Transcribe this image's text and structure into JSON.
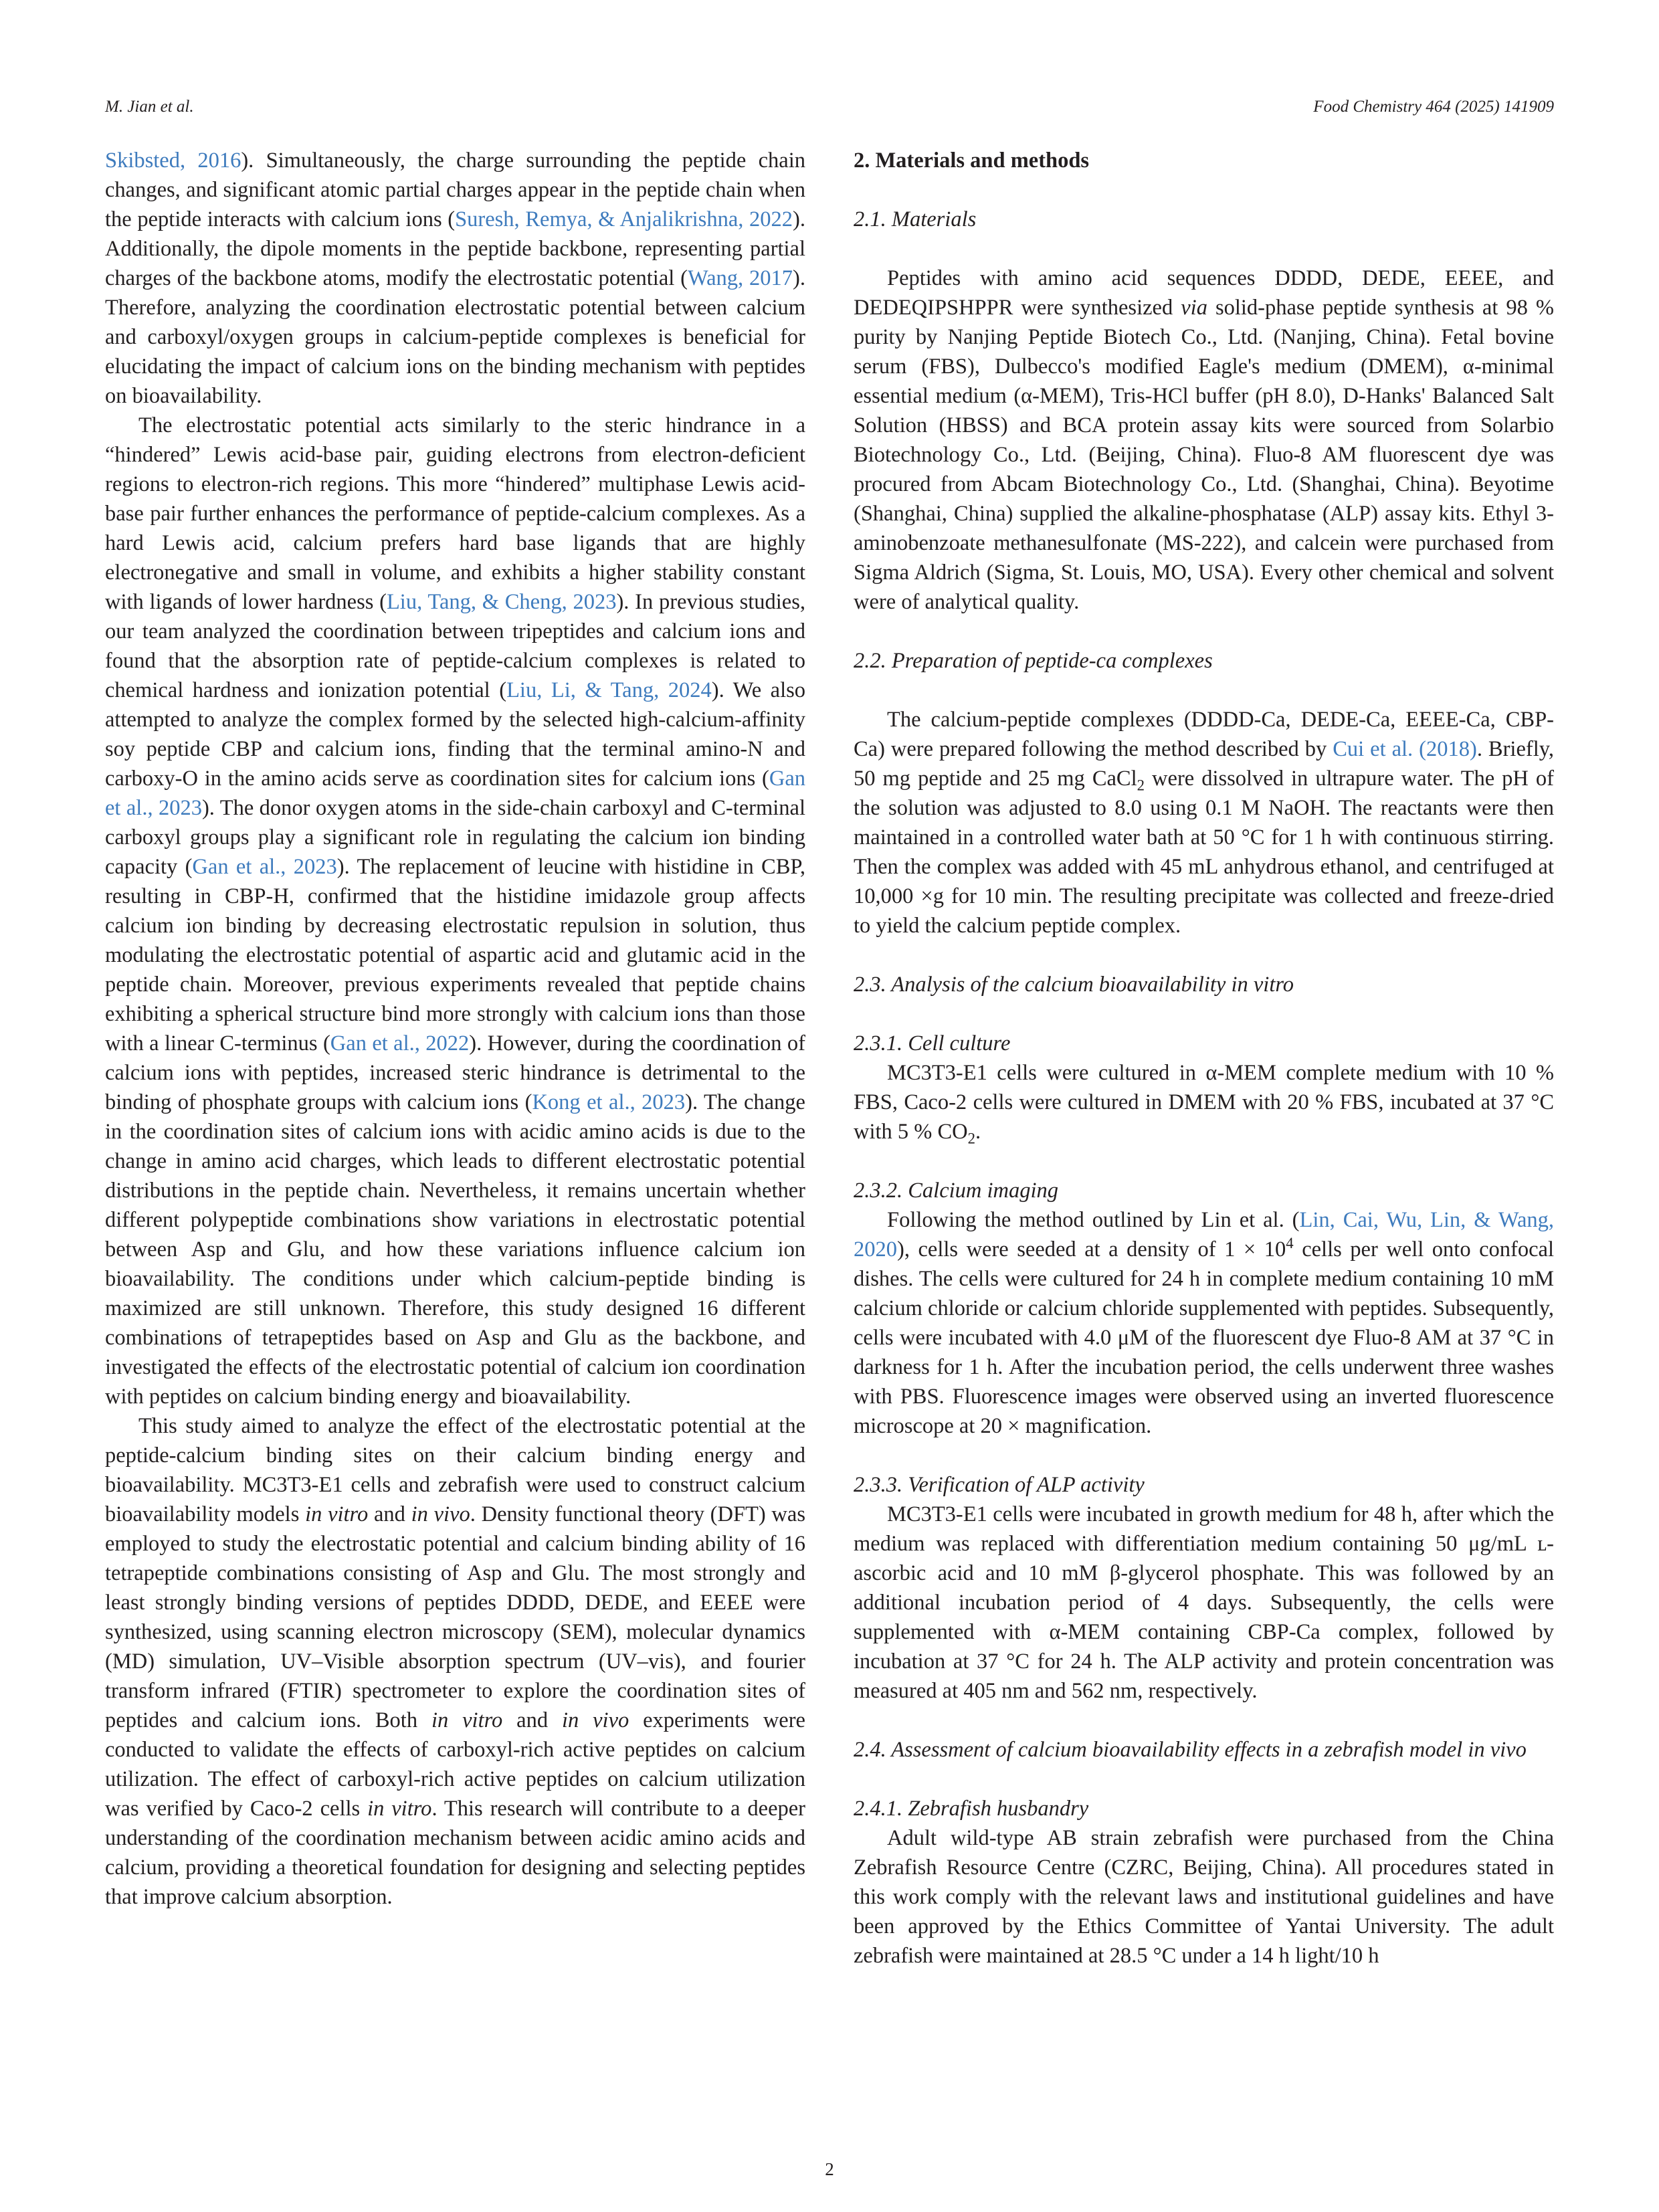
{
  "header": {
    "left": "M. Jian et al.",
    "right": "Food Chemistry 464 (2025) 141909"
  },
  "left": {
    "p1_ref1": "Skibsted, 2016",
    "p1_a": "). Simultaneously, the charge surrounding the peptide chain changes, and significant atomic partial charges appear in the peptide chain when the peptide interacts with calcium ions (",
    "p1_ref2": "Suresh, Remya, & Anjalikrishna, 2022",
    "p1_b": "). Additionally, the dipole moments in the peptide backbone, representing partial charges of the backbone atoms, modify the electrostatic potential (",
    "p1_ref3": "Wang, 2017",
    "p1_c": "). Therefore, analyzing the coordination electrostatic potential between calcium and carboxyl/oxygen groups in calcium-peptide complexes is beneficial for elucidating the impact of calcium ions on the binding mechanism with peptides on bioavailability.",
    "p2_a": "The electrostatic potential acts similarly to the steric hindrance in a “hindered” Lewis acid-base pair, guiding electrons from electron-deficient regions to electron-rich regions. This more “hindered” multiphase Lewis acid-base pair further enhances the performance of peptide-calcium complexes. As a hard Lewis acid, calcium prefers hard base ligands that are highly electronegative and small in volume, and exhibits a higher stability constant with ligands of lower hardness (",
    "p2_ref1": "Liu, Tang, & Cheng, 2023",
    "p2_b": "). In previous studies, our team analyzed the coordination between tripeptides and calcium ions and found that the absorption rate of peptide-calcium complexes is related to chemical hardness and ionization potential (",
    "p2_ref2": "Liu, Li, & Tang, 2024",
    "p2_c": "). We also attempted to analyze the complex formed by the selected high-calcium-affinity soy peptide CBP and calcium ions, finding that the terminal amino-N and carboxy-O in the amino acids serve as coordination sites for calcium ions (",
    "p2_ref3": "Gan et al., 2023",
    "p2_d": "). The donor oxygen atoms in the side-chain carboxyl and C-terminal carboxyl groups play a significant role in regulating the calcium ion binding capacity (",
    "p2_ref4": "Gan et al., 2023",
    "p2_e": "). The replacement of leucine with histidine in CBP, resulting in CBP-H, confirmed that the histidine imidazole group affects calcium ion binding by decreasing electrostatic repulsion in solution, thus modulating the electrostatic potential of aspartic acid and glutamic acid in the peptide chain. Moreover, previous experiments revealed that peptide chains exhibiting a spherical structure bind more strongly with calcium ions than those with a linear C-terminus (",
    "p2_ref5": "Gan et al., 2022",
    "p2_f": "). However, during the coordination of calcium ions with peptides, increased steric hindrance is detrimental to the binding of phosphate groups with calcium ions (",
    "p2_ref6": "Kong et al., 2023",
    "p2_g": "). The change in the coordination sites of calcium ions with acidic amino acids is due to the change in amino acid charges, which leads to different electrostatic potential distributions in the peptide chain. Nevertheless, it remains uncertain whether different polypeptide combinations show variations in electrostatic potential between Asp and Glu, and how these variations influence calcium ion bioavailability. The conditions under which calcium-peptide binding is maximized are still unknown. Therefore, this study designed 16 different combinations of tetrapeptides based on Asp and Glu as the backbone, and investigated the effects of the electrostatic potential of calcium ion coordination with peptides on calcium binding energy and bioavailability.",
    "p3_a": "This study aimed to analyze the effect of the electrostatic potential at the peptide-calcium binding sites on their calcium binding energy and bioavailability. MC3T3-E1 cells and zebrafish were used to construct calcium bioavailability models ",
    "p3_i1": "in vitro",
    "p3_b": " and ",
    "p3_i2": "in vivo",
    "p3_c": ". Density functional theory (DFT) was employed to study the electrostatic potential and calcium binding ability of 16 tetrapeptide combinations consisting of Asp and Glu. The most strongly and least strongly binding versions of peptides DDDD, DEDE, and EEEE were synthesized, using scanning electron microscopy (SEM), molecular dynamics (MD) simulation, UV–Visible absorption spectrum (UV–vis), and fourier transform infrared (FTIR) spectrometer to explore the coordination sites of peptides and calcium ions. Both ",
    "p3_i3": "in vitro",
    "p3_d": " and ",
    "p3_i4": "in vivo",
    "p3_e": " experiments were conducted to validate the effects of carboxyl-rich active peptides on calcium utilization. The effect of carboxyl-rich active peptides on calcium utilization was verified by Caco-2 cells ",
    "p3_i5": "in vitro",
    "p3_f": ". This research will contribute to a deeper understanding of the coordination mechanism between acidic amino acids and calcium, providing a theoretical foundation for designing and selecting peptides that improve calcium absorption."
  },
  "right": {
    "sec2": "2. Materials and methods",
    "sec21": "2.1. Materials",
    "s21_a": "Peptides with amino acid sequences DDDD, DEDE, EEEE, and DEDEQIPSHPPR were synthesized ",
    "s21_i": "via",
    "s21_b": " solid-phase peptide synthesis at 98 % purity by Nanjing Peptide Biotech Co., Ltd. (Nanjing, China). Fetal bovine serum (FBS), Dulbecco's modified Eagle's medium (DMEM), α-minimal essential medium (α-MEM), Tris-HCl buffer (pH 8.0), D-Hanks' Balanced Salt Solution (HBSS) and BCA protein assay kits were sourced from Solarbio Biotechnology Co., Ltd. (Beijing, China). Fluo-8 AM fluorescent dye was procured from Abcam Biotechnology Co., Ltd. (Shanghai, China). Beyotime (Shanghai, China) supplied the alkaline-phosphatase (ALP) assay kits. Ethyl 3-aminobenzoate methanesulfonate (MS-222), and calcein were purchased from Sigma Aldrich (Sigma, St. Louis, MO, USA). Every other chemical and solvent were of analytical quality.",
    "sec22": "2.2. Preparation of peptide-ca complexes",
    "s22_a": "The calcium-peptide complexes (DDDD-Ca, DEDE-Ca, EEEE-Ca, CBP-Ca) were prepared following the method described by ",
    "s22_ref": "Cui et al. (2018)",
    "s22_b": ". Briefly, 50 mg peptide and 25 mg CaCl",
    "s22_sub": "2",
    "s22_c": " were dissolved in ultrapure water. The pH of the solution was adjusted to 8.0 using 0.1 M NaOH. The reactants were then maintained in a controlled water bath at 50 °C for 1 h with continuous stirring. Then the complex was added with 45 mL anhydrous ethanol, and centrifuged at 10,000 ×g for 10 min. The resulting precipitate was collected and freeze-dried to yield the calcium peptide complex.",
    "sec23": "2.3. Analysis of the calcium bioavailability in vitro",
    "sec231": "2.3.1. Cell culture",
    "s231_a": "MC3T3-E1 cells were cultured in α-MEM complete medium with 10 % FBS, Caco-2 cells were cultured in DMEM with 20 % FBS, incubated at 37 °C with 5 % CO",
    "s231_sub": "2",
    "s231_b": ".",
    "sec232": "2.3.2. Calcium imaging",
    "s232_a": "Following the method outlined by Lin et al. (",
    "s232_ref": "Lin, Cai, Wu, Lin, & Wang, 2020",
    "s232_b": "), cells were seeded at a density of 1 × 10",
    "s232_sup": "4",
    "s232_c": " cells per well onto confocal dishes. The cells were cultured for 24 h in complete medium containing 10 mM calcium chloride or calcium chloride supplemented with peptides. Subsequently, cells were incubated with 4.0 μM of the fluorescent dye Fluo-8 AM at 37 °C in darkness for 1 h. After the incubation period, the cells underwent three washes with PBS. Fluorescence images were observed using an inverted fluorescence microscope at 20 × magnification.",
    "sec233": "2.3.3. Verification of ALP activity",
    "s233": "MC3T3-E1 cells were incubated in growth medium for 48 h, after which the medium was replaced with differentiation medium containing 50 μg/mL ʟ-ascorbic acid and 10 mM β-glycerol phosphate. This was followed by an additional incubation period of 4 days. Subsequently, the cells were supplemented with α-MEM containing CBP-Ca complex, followed by incubation at 37 °C for 24 h. The ALP activity and protein concentration was measured at 405 nm and 562 nm, respectively.",
    "sec24": "2.4. Assessment of calcium bioavailability effects in a zebrafish model in vivo",
    "sec241": "2.4.1. Zebrafish husbandry",
    "s241": "Adult wild-type AB strain zebrafish were purchased from the China Zebrafish Resource Centre (CZRC, Beijing, China). All procedures stated in this work comply with the relevant laws and institutional guidelines and have been approved by the Ethics Committee of Yantai University. The adult zebrafish were maintained at 28.5 °C under a 14 h light/10 h"
  },
  "page_number": "2"
}
